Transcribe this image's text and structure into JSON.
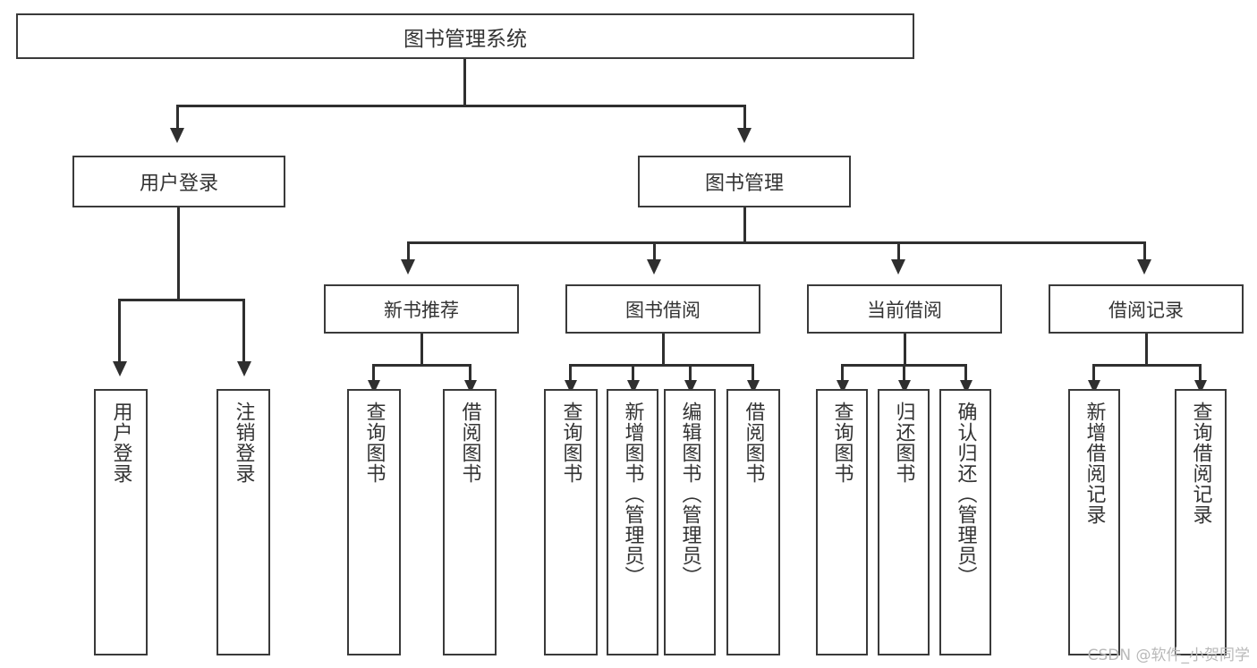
{
  "diagram": {
    "title": "图书管理系统",
    "type": "tree",
    "watermark": "CSDN @软件_小贺同学",
    "colors": {
      "box_border": "#3a3a3a",
      "connector": "#2f2f2f",
      "text": "#333333",
      "background": "#ffffff",
      "watermark": "#b9b9b9"
    },
    "root": {
      "label": "图书管理系统"
    },
    "level2": [
      {
        "label": "用户登录"
      },
      {
        "label": "图书管理"
      }
    ],
    "level3": [
      {
        "label": "新书推荐"
      },
      {
        "label": "图书借阅"
      },
      {
        "label": "当前借阅"
      },
      {
        "label": "借阅记录"
      }
    ],
    "leaves": [
      {
        "label": "用户登录",
        "parent": "用户登录"
      },
      {
        "label": "注销登录",
        "parent": "用户登录"
      },
      {
        "label": "查询图书",
        "parent": "新书推荐"
      },
      {
        "label": "借阅图书",
        "parent": "新书推荐"
      },
      {
        "label": "查询图书",
        "parent": "图书借阅"
      },
      {
        "label": "新增图书（管理员）",
        "parent": "图书借阅"
      },
      {
        "label": "编辑图书（管理员）",
        "parent": "图书借阅"
      },
      {
        "label": "借阅图书",
        "parent": "图书借阅"
      },
      {
        "label": "查询图书",
        "parent": "当前借阅"
      },
      {
        "label": "归还图书",
        "parent": "当前借阅"
      },
      {
        "label": "确认归还（管理员）",
        "parent": "当前借阅"
      },
      {
        "label": "新增借阅记录",
        "parent": "借阅记录"
      },
      {
        "label": "查询借阅记录",
        "parent": "借阅记录"
      }
    ]
  }
}
